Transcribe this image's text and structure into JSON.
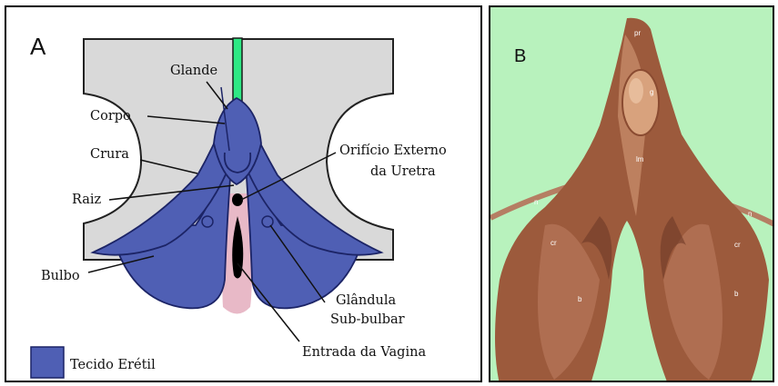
{
  "panel_a": {
    "letter": "A",
    "labels": {
      "glande": "Glande",
      "corpo": "Corpo",
      "crura": "Crura",
      "raiz": "Raiz",
      "bulbo": "Bulbo",
      "orificio_1": "Orifício Externo",
      "orificio_2": "da Uretra",
      "glandula_1": "Glândula",
      "glandula_2": "Sub-bulbar",
      "vagina": "Entrada da Vagina"
    },
    "legend": "Tecido Erétil",
    "colors": {
      "erectile": "#4f5fb4",
      "background_tissue": "#d9d9d9",
      "urethra": "#2ee884",
      "vestibule": "#e8b9c7"
    }
  },
  "panel_b": {
    "letter": "B",
    "labels": {
      "pr": "pr",
      "g": "g",
      "lm": "lm",
      "n_left": "n",
      "n_right": "n",
      "cr_left": "cr",
      "cr_right": "cr",
      "b_left": "b",
      "b_right": "b"
    },
    "colors": {
      "background": "#b8f2bd",
      "tissue": "#9c5a3c"
    }
  }
}
